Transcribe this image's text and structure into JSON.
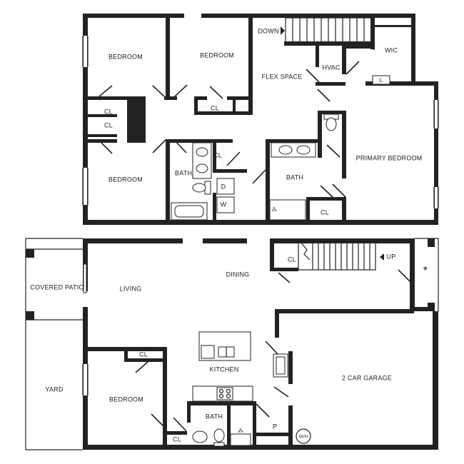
{
  "colors": {
    "wall": "#222222",
    "background": "#ffffff"
  },
  "upper_floor": {
    "labels": {
      "bedroom_nw": "BEDROOM",
      "bedroom_n": "BEDROOM",
      "bedroom_sw": "BEDROOM",
      "closet_1": "CL",
      "closet_2": "CL",
      "closet_3": "CL",
      "closet_bath": "CL",
      "closet_primary": "CL",
      "bath_hall": "BATH",
      "dryer": "D",
      "washer": "W",
      "flex_space": "FLEX SPACE",
      "stairs_down": "DOWN",
      "hvac": "HVAC",
      "wic": "WIC",
      "linen": "L",
      "primary_bedroom": "PRIMARY BEDROOM",
      "primary_bath": "BATH"
    }
  },
  "lower_floor": {
    "labels": {
      "covered_patio": "COVERED PATIO",
      "living": "LIVING",
      "dining": "DINING",
      "closet_entry": "CL",
      "stairs_up": "UP",
      "closet_bedroom": "CL",
      "kitchen": "KITCHEN",
      "garage": "2 CAR GARAGE",
      "yard": "YARD",
      "bedroom": "BEDROOM",
      "bath": "BATH",
      "closet_bath": "CL",
      "pantry": "P",
      "water_heater": "W/H",
      "entry_marker": "*"
    }
  }
}
